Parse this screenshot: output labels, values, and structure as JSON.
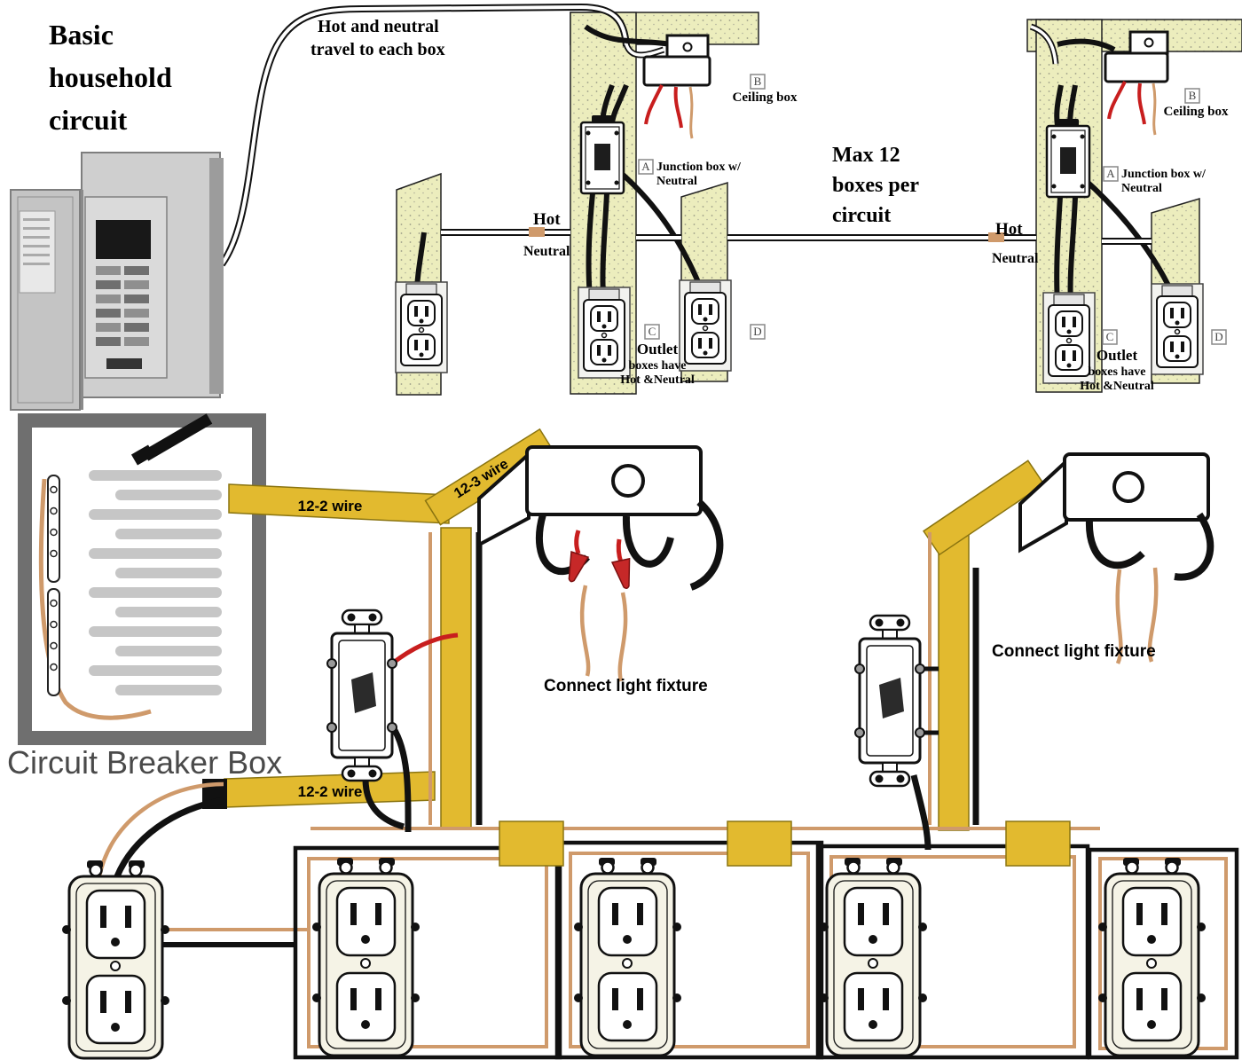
{
  "title_lines": [
    "Basic",
    "household",
    "circuit"
  ],
  "notes": {
    "travel_lines": [
      "Hot and neutral",
      "travel to each box"
    ],
    "max_lines": [
      "Max 12",
      "boxes per",
      "circuit"
    ],
    "hot": "Hot",
    "neutral": "Neutral",
    "ceiling_box": "Ceiling box",
    "junction_lines": [
      "Junction box w/",
      "Neutral"
    ],
    "outlet_lines": [
      "Outlet",
      "boxes have",
      "Hot &Neutral"
    ],
    "connect_fixture": "Connect light fixture",
    "breaker_box": "Circuit Breaker Box",
    "wire_12_2": "12-2 wire",
    "wire_12_3": "12-3 wire"
  },
  "tags": {
    "a": "A",
    "b": "B",
    "c": "C",
    "d": "D"
  },
  "colors": {
    "wire_yellow": "#e2ba2f",
    "wire_red": "#c81e1e",
    "wire_copper": "#cf9a6b",
    "wall_fill": "#ecedbd",
    "frame_gray": "#6f6f6f",
    "panel_gray": "#c7c7c7",
    "label_gray": "#4a4a4a"
  }
}
